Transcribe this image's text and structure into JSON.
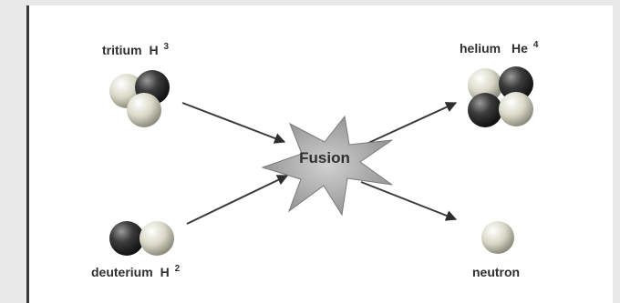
{
  "diagram": {
    "center_label": "Fusion",
    "inputs": [
      {
        "name": "tritium",
        "symbol": "H",
        "number": "3"
      },
      {
        "name": "deuterium",
        "symbol": "H",
        "number": "2"
      }
    ],
    "outputs": [
      {
        "name": "helium",
        "symbol": "He",
        "number": "4"
      },
      {
        "name": "neutron",
        "symbol": "",
        "number": ""
      }
    ],
    "colors": {
      "background": "#e9e9e9",
      "panel": "#ffffff",
      "star_fill": "#a9a9a9",
      "proton": "#2b2b2b",
      "neutron": "#d8d8c8",
      "arrow": "#3a3a3a"
    }
  }
}
